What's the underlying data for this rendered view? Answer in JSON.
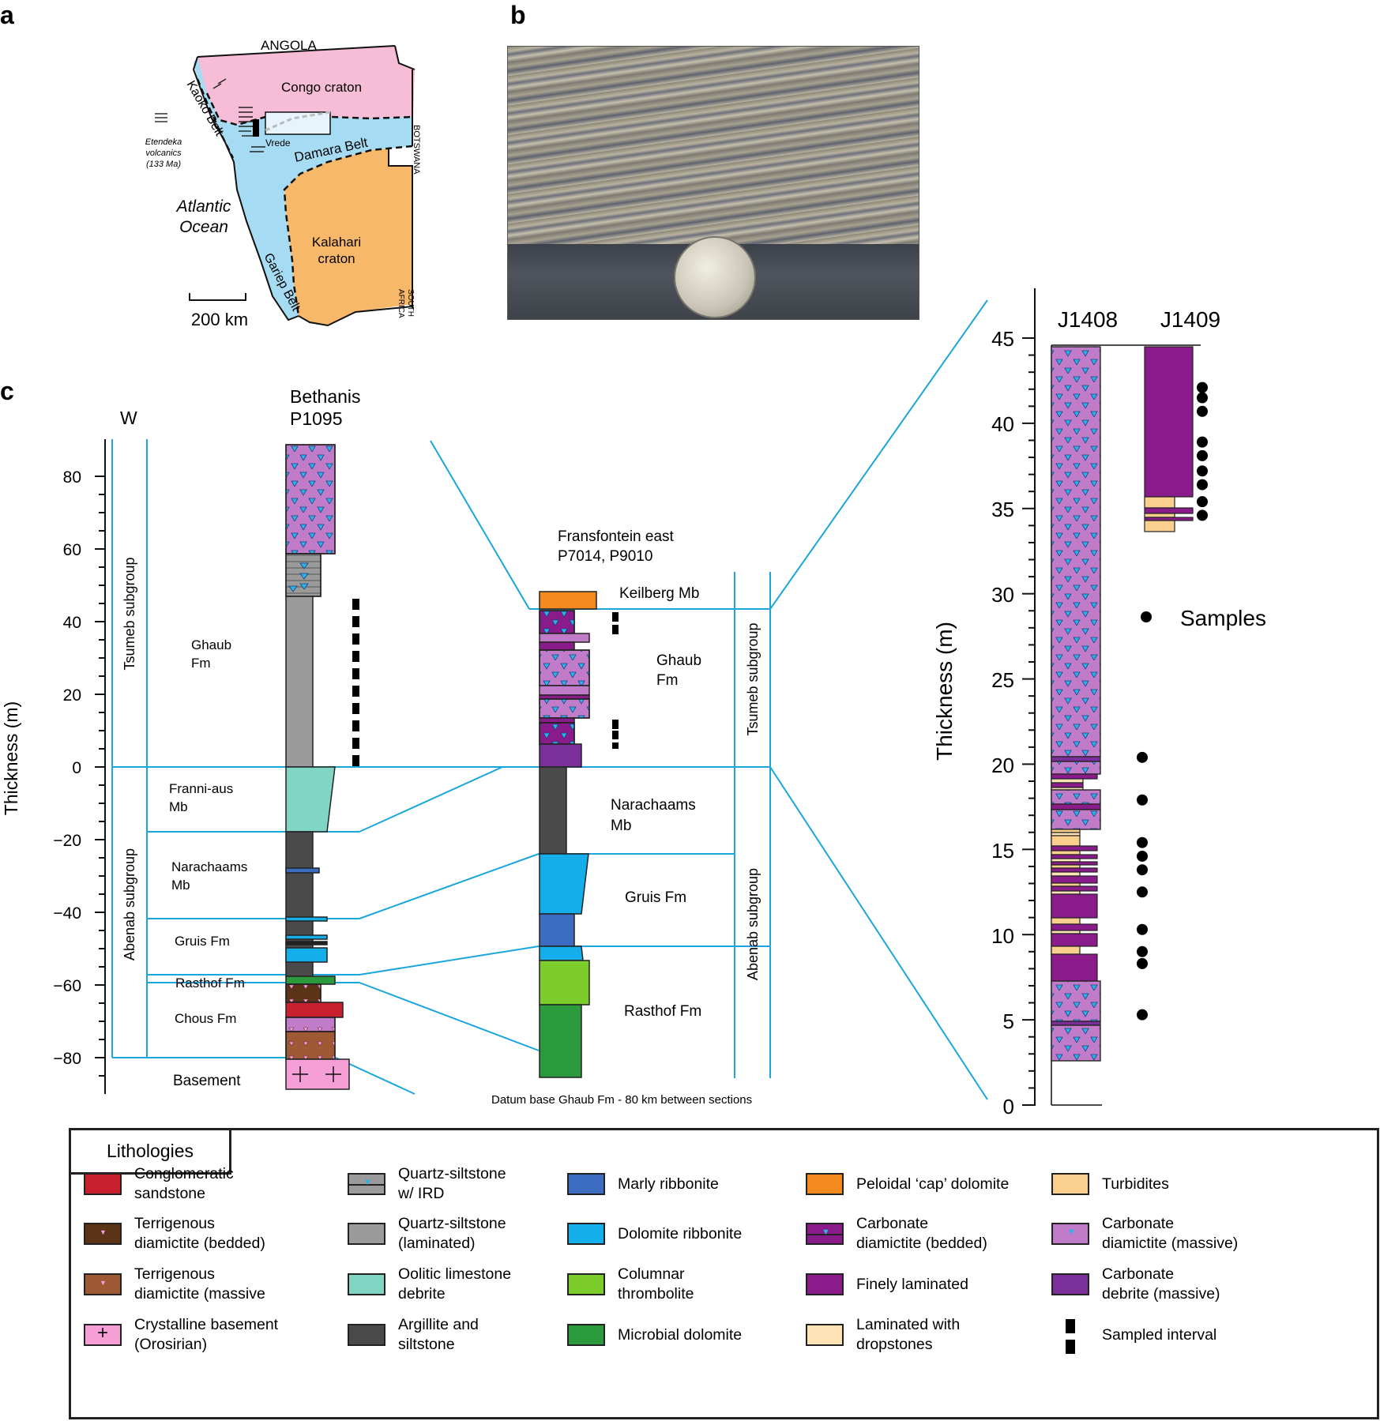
{
  "panel_labels": {
    "a": "a",
    "b": "b",
    "c": "c"
  },
  "map": {
    "angola": "ANGOLA",
    "congo_craton": "Congo craton",
    "kaoko_belt": "Kaoko Belt",
    "damara_belt": "Damara Belt",
    "vrede": "Vrede",
    "botswana": "BOTSWANA",
    "etendeka_line1": "Etendeka",
    "etendeka_line2": "volcanics",
    "etendeka_line3": "(133 Ma)",
    "atlantic_line1": "Atlantic",
    "atlantic_line2": "Ocean",
    "kalahari_line1": "Kalahari",
    "kalahari_line2": "craton",
    "gariep_belt": "Gariep Belt",
    "south_africa_line1": "SOUTH",
    "south_africa_line2": "AFRICA",
    "scale": "200 km",
    "colors": {
      "congo": "#f7bcd6",
      "damara": "#a6dcf3",
      "kalahari": "#f8b86a"
    }
  },
  "section_c": {
    "w_label": "W",
    "bethanis_title1": "Bethanis",
    "bethanis_title2": "P1095",
    "fransfontein_title1": "Fransfontein east",
    "fransfontein_title2": "P7014, P9010",
    "y_axis_label": "Thickness (m)",
    "y_ticks": [
      "80",
      "60",
      "40",
      "20",
      "0",
      "−20",
      "−40",
      "−60",
      "−80"
    ],
    "tsumeb_subgroup": "Tsumeb subgroup",
    "abenab_subgroup": "Abenab subgroup",
    "left_units": {
      "ghaub1": "Ghaub",
      "ghaub2": "Fm",
      "franni1": "Franni-aus",
      "franni2": "Mb",
      "narachaams1": "Narachaams",
      "narachaams2": "Mb",
      "gruis": "Gruis Fm",
      "rasthof": "Rasthof Fm",
      "chous": "Chous Fm",
      "basement": "Basement"
    },
    "right_units": {
      "keilberg": "Keilberg Mb",
      "ghaub1": "Ghaub",
      "ghaub2": "Fm",
      "narachaams1": "Narachaams",
      "narachaams2": "Mb",
      "gruis": "Gruis Fm",
      "rasthof": "Rasthof Fm"
    },
    "datum_note": "Datum base Ghaub Fm - 80 km between sections"
  },
  "inset": {
    "col1": "J1408",
    "col2": "J1409",
    "y_axis_label": "Thickness (m)",
    "y_ticks": [
      "45",
      "40",
      "35",
      "30",
      "25",
      "20",
      "15",
      "10",
      "5",
      "0"
    ],
    "samples_label": "Samples",
    "samples_j1408_m": [
      20.4,
      17.9,
      15.4,
      14.6,
      13.8,
      12.5,
      10.3,
      9.0,
      8.3,
      5.3
    ],
    "samples_j1409_m": [
      42.1,
      41.5,
      40.7,
      38.9,
      38.1,
      37.2,
      36.4,
      35.4,
      34.6
    ]
  },
  "legend": {
    "title": "Lithologies",
    "items": [
      {
        "label": "Conglomeratic\nsandstone",
        "color": "#c8202f",
        "pattern": "none"
      },
      {
        "label": "Terrigenous\ndiamictite (bedded)",
        "color": "#5b3418",
        "pattern": "pink-tri"
      },
      {
        "label": "Terrigenous\ndiamictite (massive",
        "color": "#9e5935",
        "pattern": "pink-tri"
      },
      {
        "label": "Crystalline basement\n(Orosirian)",
        "color": "#f59fd6",
        "pattern": "plus"
      },
      {
        "label": "Quartz-siltstone\nw/ IRD",
        "color": "#9b9b9b",
        "pattern": "line-tri"
      },
      {
        "label": "Quartz-siltstone\n(laminated)",
        "color": "#9b9b9b",
        "pattern": "none"
      },
      {
        "label": "Oolitic limestone\ndebrite",
        "color": "#80d5c4",
        "pattern": "none"
      },
      {
        "label": "Argillite and\nsiltstone",
        "color": "#4a4a4a",
        "pattern": "none"
      },
      {
        "label": "Marly ribbonite",
        "color": "#3b6cc0",
        "pattern": "none"
      },
      {
        "label": "Dolomite ribbonite",
        "color": "#14aeea",
        "pattern": "none"
      },
      {
        "label": "Columnar\nthrombolite",
        "color": "#7ccd2c",
        "pattern": "none"
      },
      {
        "label": "Microbial dolomite",
        "color": "#2a9a3c",
        "pattern": "none"
      },
      {
        "label": "Peloidal ‘cap’ dolomite",
        "color": "#f28a1f",
        "pattern": "none"
      },
      {
        "label": "Carbonate\ndiamictite (bedded)",
        "color": "#8a1b8a",
        "pattern": "line-tri-blue"
      },
      {
        "label": "Finely laminated",
        "color": "#8a1b8a",
        "pattern": "none"
      },
      {
        "label": "Laminated with\ndropstones",
        "color": "#fde3b5",
        "pattern": "none"
      },
      {
        "label": "Turbidites",
        "color": "#fbd08f",
        "pattern": "none"
      },
      {
        "label": "Carbonate\ndiamictite (massive)",
        "color": "#c07cc9",
        "pattern": "blue-tri"
      },
      {
        "label": "Carbonate\ndebrite (massive)",
        "color": "#7a2f9a",
        "pattern": "none"
      },
      {
        "label": "Sampled interval",
        "color": "#000000",
        "pattern": "dash"
      }
    ]
  }
}
